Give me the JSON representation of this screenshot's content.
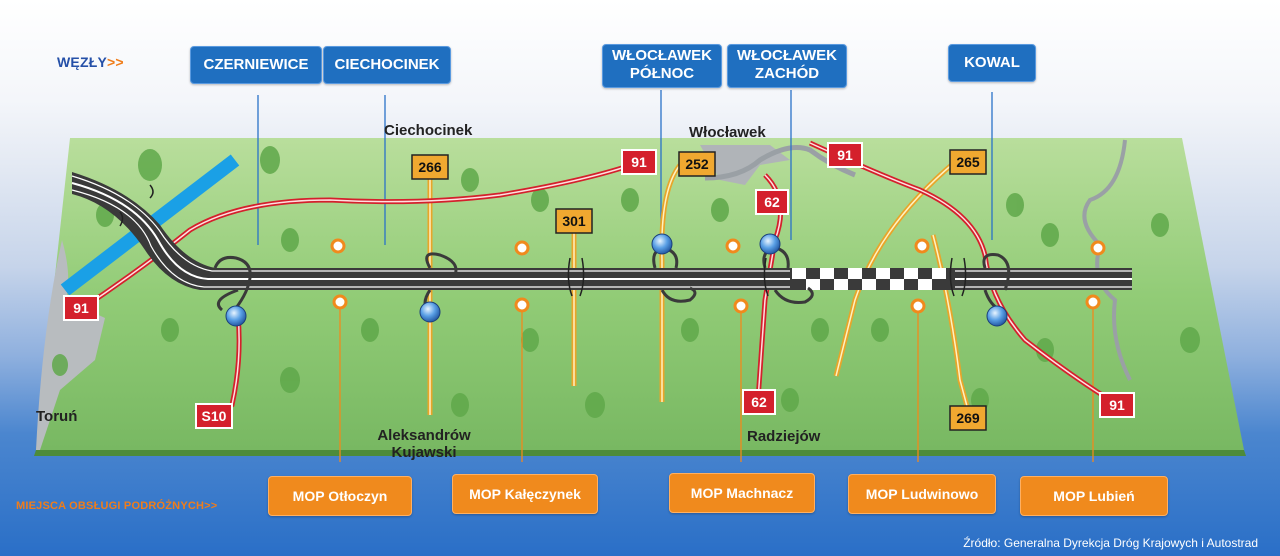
{
  "sections": {
    "nodes_label": "WĘZŁY",
    "nodes_arrows": ">>",
    "services_label": "MIEJSCA OBSŁUGI PODRÓŻNYCH",
    "services_arrows": ">>"
  },
  "nodes": [
    {
      "line1": "CZERNIEWICE",
      "line2": ""
    },
    {
      "line1": "CIECHOCINEK",
      "line2": ""
    },
    {
      "line1": "WŁOCŁAWEK",
      "line2": "PÓŁNOC"
    },
    {
      "line1": "WŁOCŁAWEK",
      "line2": "ZACHÓD"
    },
    {
      "line1": "KOWAL",
      "line2": ""
    }
  ],
  "towns": {
    "ciechocinek": "Ciechocinek",
    "wloclawek": "Włocławek",
    "torun": "Toruń",
    "aleksandrow_1": "Aleksandrów",
    "aleksandrow_2": "Kujawski",
    "radziejow": "Radziejów"
  },
  "road_signs": {
    "national": [
      "91",
      "91",
      "91",
      "62",
      "62",
      "91",
      "S10"
    ],
    "regional": [
      "266",
      "252",
      "301",
      "265",
      "269"
    ]
  },
  "mops": [
    "MOP Otłoczyn",
    "MOP Kałęczynek",
    "MOP Machnacz",
    "MOP Ludwinowo",
    "MOP Lubień"
  ],
  "source": "Źródło: Generalna Dyrekcja Dróg Krajowych i Autostrad",
  "colors": {
    "node_box": "#1f6fc0",
    "mop_box": "#f08a1d",
    "national_road": "#d4202c",
    "regional_road": "#f0a830",
    "motorway": "#3a3a3a",
    "water": "#1aa0e6",
    "land": "#8cc870",
    "nodes_label": "#2550a8",
    "services_label": "#f07d1a"
  }
}
